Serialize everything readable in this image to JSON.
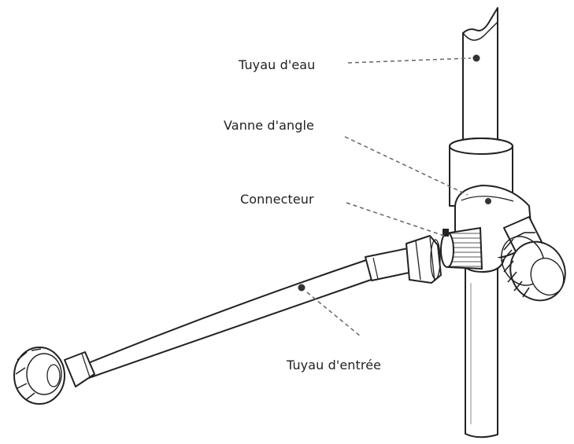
{
  "labels": {
    "water_pipe": "Tuyau d'eau",
    "angle_valve": "Vanne d'angle",
    "connector": "Connecteur",
    "inlet_hose": "Tuyau d'entrée"
  },
  "colors": {
    "line": "#222222",
    "leader": "#666666",
    "background": "#ffffff"
  }
}
